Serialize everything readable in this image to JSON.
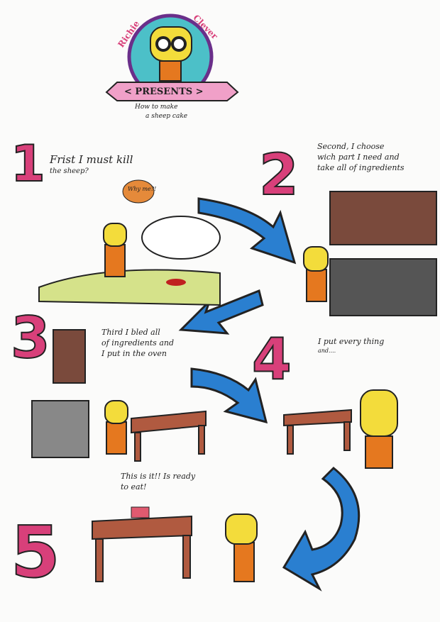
{
  "title": {
    "author_top_left": "Richie",
    "author_top_right": "Clever",
    "banner": "< PRESENTS >",
    "subtitle_line1": "How to make",
    "subtitle_line2": "a sheep cake"
  },
  "steps": [
    {
      "number": "1",
      "text_line1": "Frist I must kill",
      "text_line2": "the sheep?",
      "bubble": "Why me?!"
    },
    {
      "number": "2",
      "text_line1": "Second, I choose",
      "text_line2": "wich part I need and",
      "text_line3": "take all of ingredients"
    },
    {
      "number": "3",
      "text_line1": "Third I bled all",
      "text_line2": "of ingredients and",
      "text_line3": "I put in the oven"
    },
    {
      "number": "4",
      "text_line1": "I put every thing",
      "text_line2": "and...."
    },
    {
      "number": "5",
      "text_line1": "This is it!! Is ready",
      "text_line2": "to eat!"
    }
  ],
  "colors": {
    "pink": "#d8407a",
    "blue": "#2a7fd0",
    "brown": "#7a4a3c",
    "orange": "#e5781f",
    "yellow": "#f3dc3b",
    "teal": "#4cc0c8"
  }
}
